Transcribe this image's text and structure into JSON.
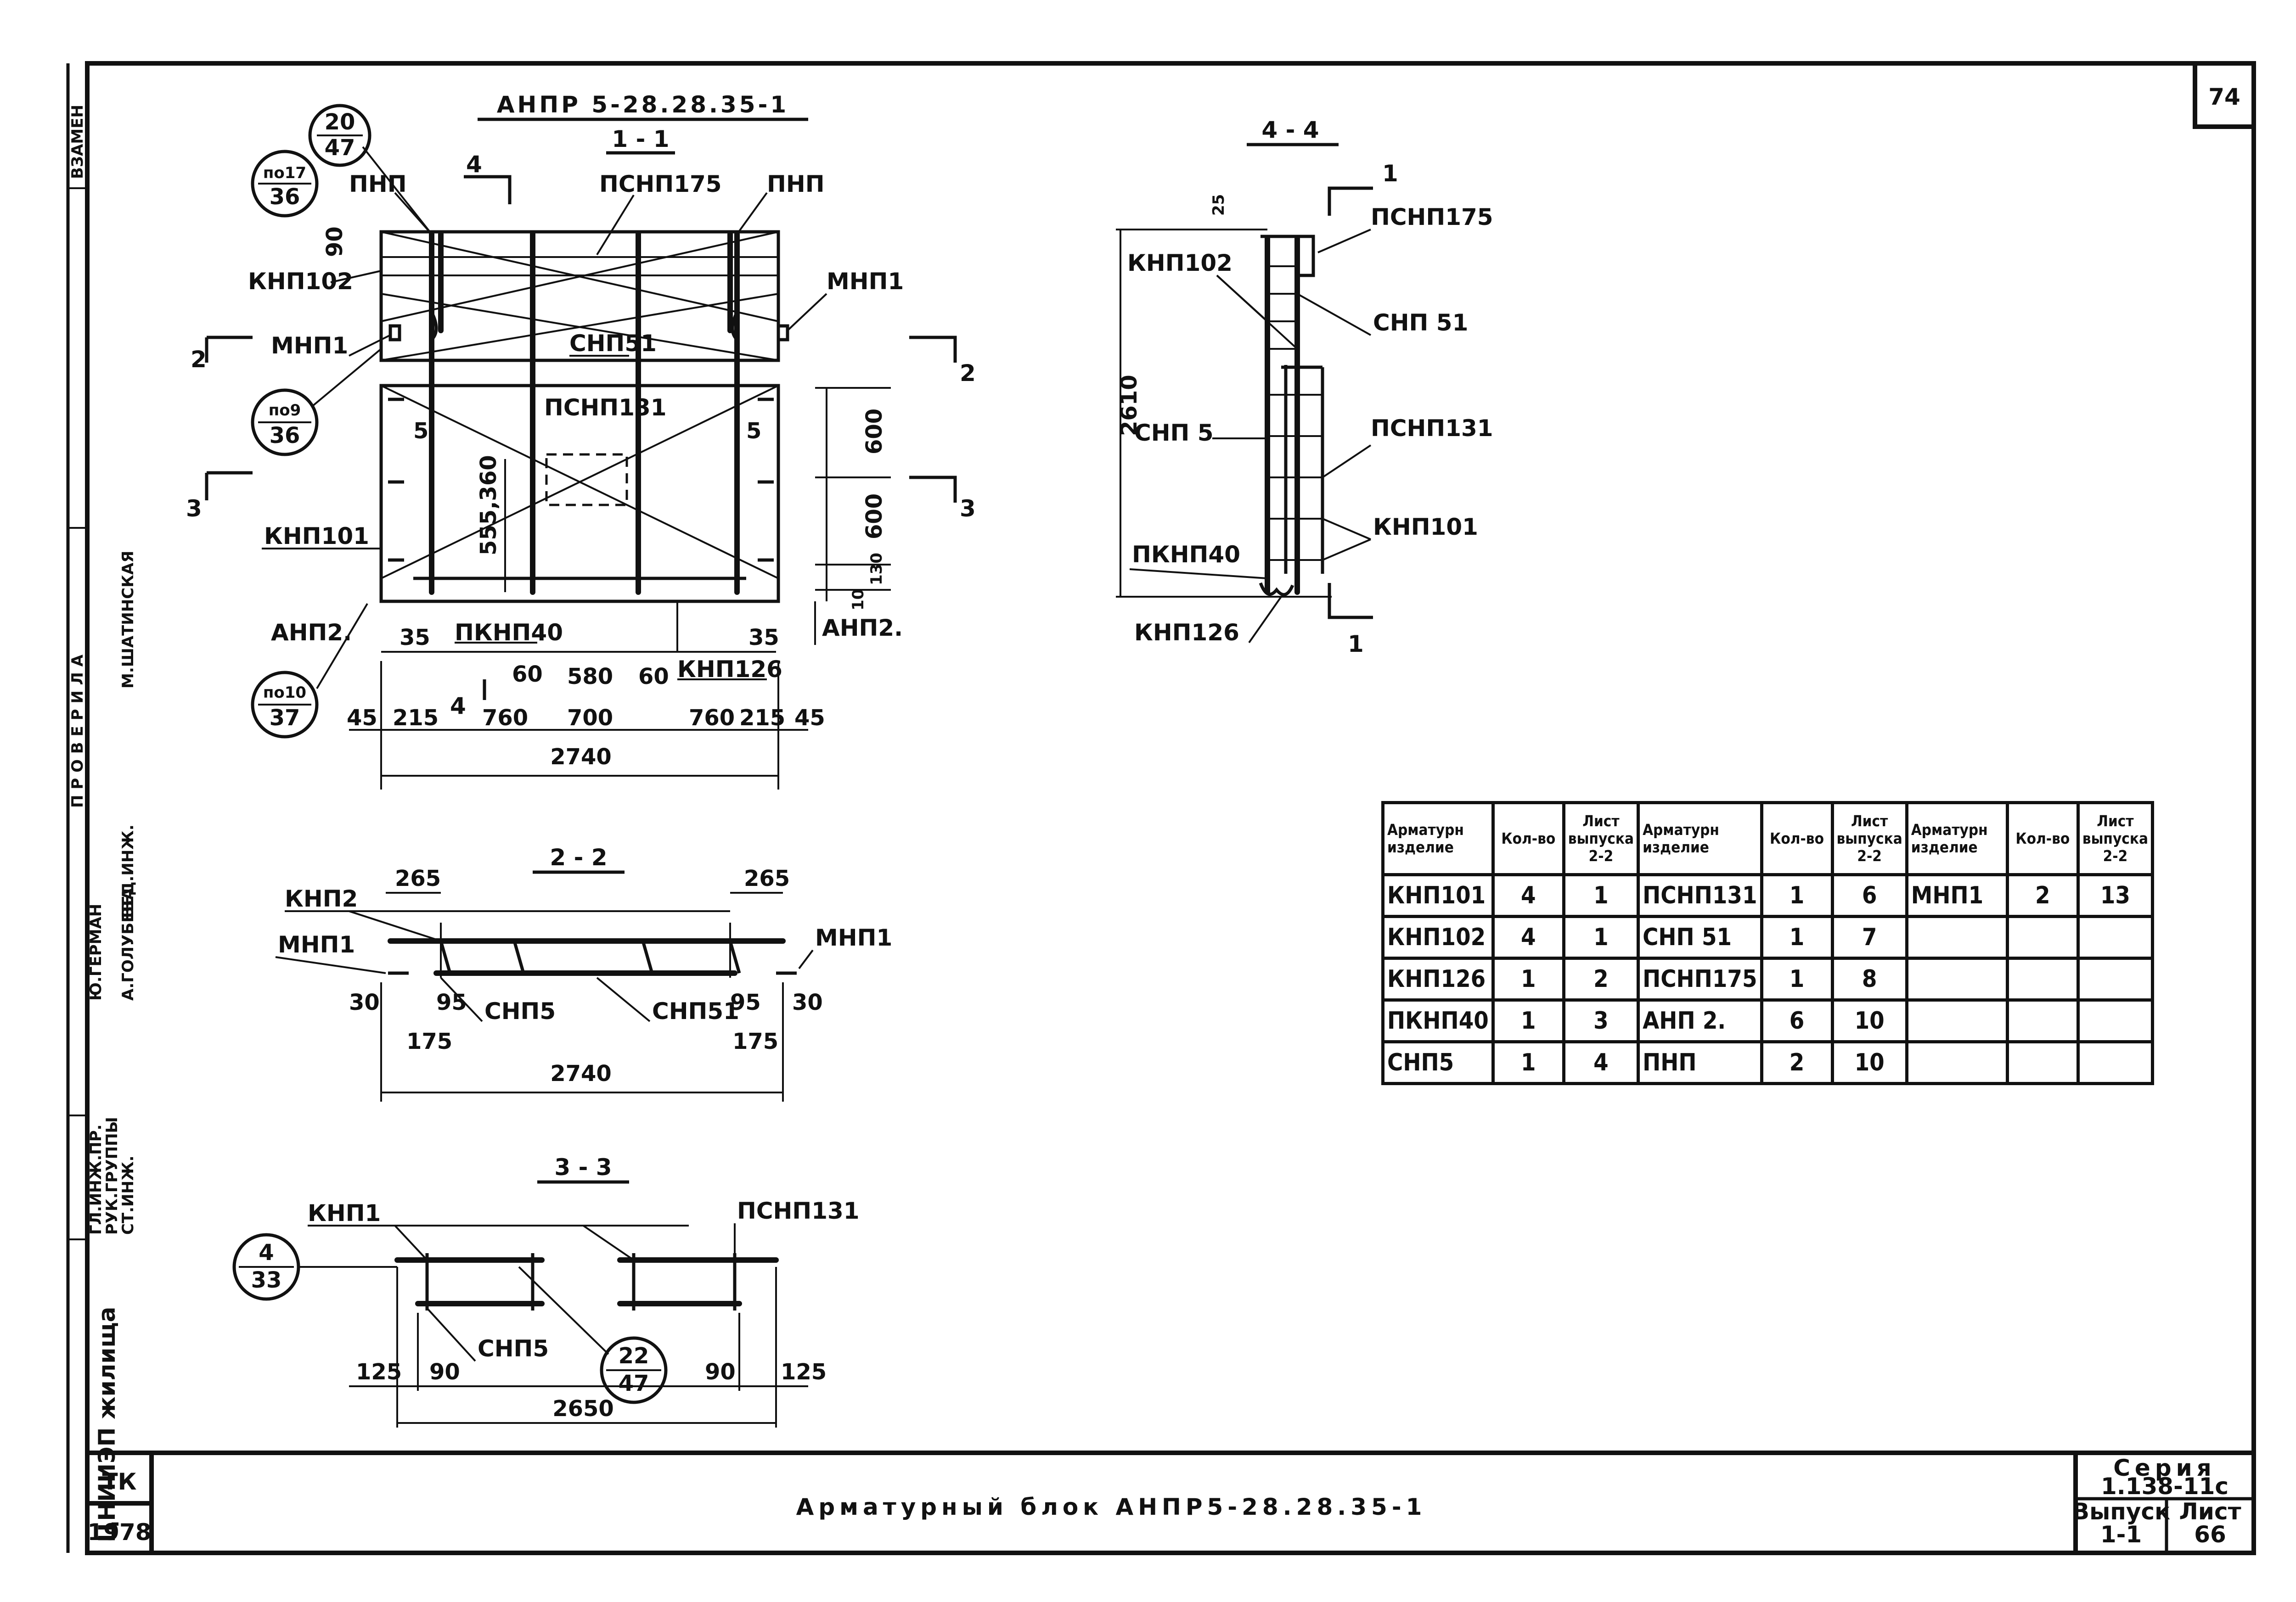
{
  "page_number": "74",
  "main_title": "АНПР 5-28.28.35-1",
  "views": {
    "section_1_1": {
      "title": "1 - 1",
      "labels": {
        "pnp_left": "ПНП",
        "pnp_right": "ПНП",
        "psnp175": "ПСНП175",
        "knp102": "КНП102",
        "mnp1_left": "МНП1",
        "mnp1_right": "МНП1",
        "snp51": "СНП51",
        "psnp131": "ПСНП131",
        "knp101": "КНП101",
        "anp2_left": "АНП2.",
        "anp2_right": "АНП2.",
        "pknp40": "ПКНП40",
        "knp126": "КНП126",
        "dim_5_left": "5",
        "dim_5_right": "5",
        "cut_4": "4",
        "cut_4b": "4",
        "cut_2": "2",
        "cut_2b": "2",
        "cut_3": "3",
        "cut_3b": "3"
      },
      "bubbles": [
        {
          "top": "20",
          "bottom": "47"
        },
        {
          "top": "по17",
          "bottom": "36"
        },
        {
          "top": "по9",
          "bottom": "36"
        },
        {
          "top": "по10",
          "bottom": "37"
        }
      ],
      "dims": {
        "d90": "90",
        "d600a": "600",
        "d600b": "600",
        "d130": "130",
        "d10": "10",
        "d555": "555,360",
        "d35a": "35",
        "d35b": "35",
        "d60a": "60",
        "d580": "580",
        "d60b": "60",
        "d45a": "45",
        "d215a": "215",
        "d760a": "760",
        "d700": "700",
        "d760b": "760",
        "d215b": "215",
        "d45b": "45",
        "total": "2740"
      }
    },
    "section_4_4": {
      "title": "4 - 4",
      "labels": {
        "cut1_top": "1",
        "cut1_bottom": "1",
        "d25": "25",
        "psnp175": "ПСНП175",
        "knp102": "КНП102",
        "snp51": "СНП 51",
        "snp5": "СНП 5",
        "psnp131": "ПСНП131",
        "knp101": "КНП101",
        "pknp40": "ПКНП40",
        "knp126": "КНП126",
        "height": "2610"
      }
    },
    "section_2_2": {
      "title": "2 - 2",
      "labels": {
        "knp2": "КНП2",
        "mnp1_left": "МНП1",
        "mnp1_right": "МНП1",
        "snp5": "СНП5",
        "snp51": "СНП51",
        "d265a": "265",
        "d265b": "265",
        "d30a": "30",
        "d95a": "95",
        "d175a": "175",
        "d95b": "95",
        "d175b": "175",
        "d30b": "30",
        "total": "2740"
      }
    },
    "section_3_3": {
      "title": "3 - 3",
      "labels": {
        "knp1": "КНП1",
        "psnp131": "ПСНП131",
        "snp5": "СНП5",
        "d125a": "125",
        "d90a": "90",
        "d90b": "90",
        "d125b": "125",
        "total": "2650"
      },
      "bubbles": [
        {
          "top": "4",
          "bottom": "33"
        },
        {
          "top": "22",
          "bottom": "47"
        }
      ]
    }
  },
  "spec_table": {
    "headers": [
      "Арматурн изделие",
      "Кол-во",
      "Лист выпуска 2-2",
      "Арматурн изделие",
      "Кол-во",
      "Лист выпуска 2-2",
      "Арматурн изделие",
      "Кол-во",
      "Лист выпуска 2-2"
    ],
    "rows": [
      [
        "КНП101",
        "4",
        "1",
        "ПСНП131",
        "1",
        "6",
        "МНП1",
        "2",
        "13"
      ],
      [
        "КНП102",
        "4",
        "1",
        "СНП 51",
        "1",
        "7",
        "",
        "",
        ""
      ],
      [
        "КНП126",
        "1",
        "2",
        "ПСНП175",
        "1",
        "8",
        "",
        "",
        ""
      ],
      [
        "ПКНП40",
        "1",
        "3",
        "АНП 2.",
        "6",
        "10",
        "",
        "",
        ""
      ],
      [
        "СНП5",
        "1",
        "4",
        "ПНП",
        "2",
        "10",
        "",
        "",
        ""
      ]
    ]
  },
  "left_strip": {
    "vzamen": "ВЗАМЕН",
    "proverila": "П Р О В Е Р И Л А",
    "roles": [
      "ГЛ.ИНЖ.ПР.",
      "РУК.ГРУППЫ",
      "СТ.ИНЖ.",
      "ВЕД.ИНЖ."
    ],
    "names": [
      "Ю.ГЕРМАН",
      "А.ГОЛУБЕВА",
      "М.ШАТИНСКАЯ"
    ],
    "org": "ЦНИИЭП жилища"
  },
  "title_block": {
    "stamp_top": "ТК",
    "stamp_year": "1978",
    "title": "Арматурный блок АНПР5-28.28.35-1",
    "series_label": "Серия",
    "series_value": "1.138-11с",
    "issue_label": "Выпуск",
    "issue_value": "1-1",
    "sheet_label": "Лист",
    "sheet_value": "66"
  }
}
